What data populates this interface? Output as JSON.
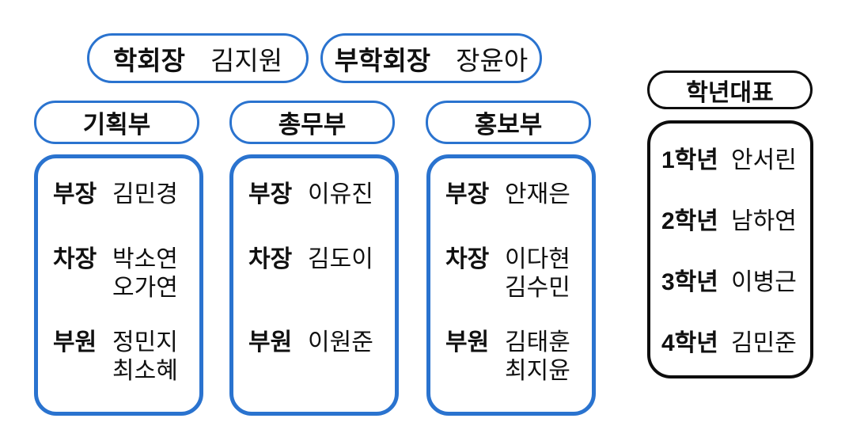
{
  "page": {
    "background": "#ffffff",
    "accent_blue": "#2a73cf",
    "accent_black": "#0d0d0d"
  },
  "leadership": [
    {
      "role": "학회장",
      "name": "김지원"
    },
    {
      "role": "부학회장",
      "name": "장윤아"
    }
  ],
  "departments": [
    {
      "title": "기획부",
      "members": [
        {
          "role": "부장",
          "names": [
            "김민경"
          ]
        },
        {
          "role": "차장",
          "names": [
            "박소연",
            "오가연"
          ]
        },
        {
          "role": "부원",
          "names": [
            "정민지",
            "최소혜"
          ]
        }
      ]
    },
    {
      "title": "총무부",
      "members": [
        {
          "role": "부장",
          "names": [
            "이유진"
          ]
        },
        {
          "role": "차장",
          "names": [
            "김도이"
          ]
        },
        {
          "role": "부원",
          "names": [
            "이원준"
          ]
        }
      ]
    },
    {
      "title": "홍보부",
      "members": [
        {
          "role": "부장",
          "names": [
            "안재은"
          ]
        },
        {
          "role": "차장",
          "names": [
            "이다현",
            "김수민"
          ]
        },
        {
          "role": "부원",
          "names": [
            "김태훈",
            "최지윤"
          ]
        }
      ]
    }
  ],
  "grade_reps": {
    "title": "학년대표",
    "rows": [
      {
        "grade": "1학년",
        "name": "안서린"
      },
      {
        "grade": "2학년",
        "name": "남하연"
      },
      {
        "grade": "3학년",
        "name": "이병근"
      },
      {
        "grade": "4학년",
        "name": "김민준"
      }
    ]
  }
}
